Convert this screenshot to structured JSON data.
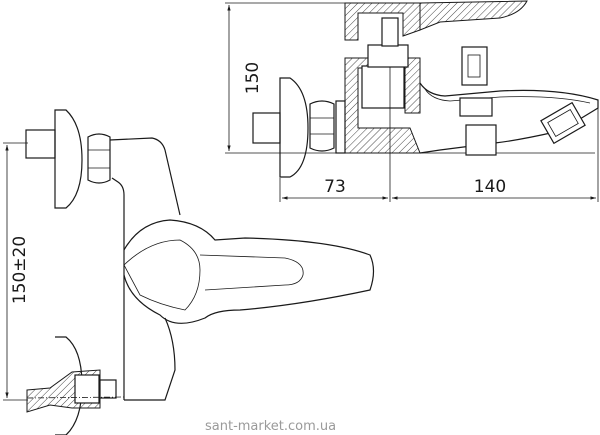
{
  "dimensions": {
    "side_height": "150",
    "wall_to_axis": "73",
    "axis_to_spout": "140",
    "inlet_spacing": "150±20"
  },
  "watermark": "sant-market.com.ua"
}
